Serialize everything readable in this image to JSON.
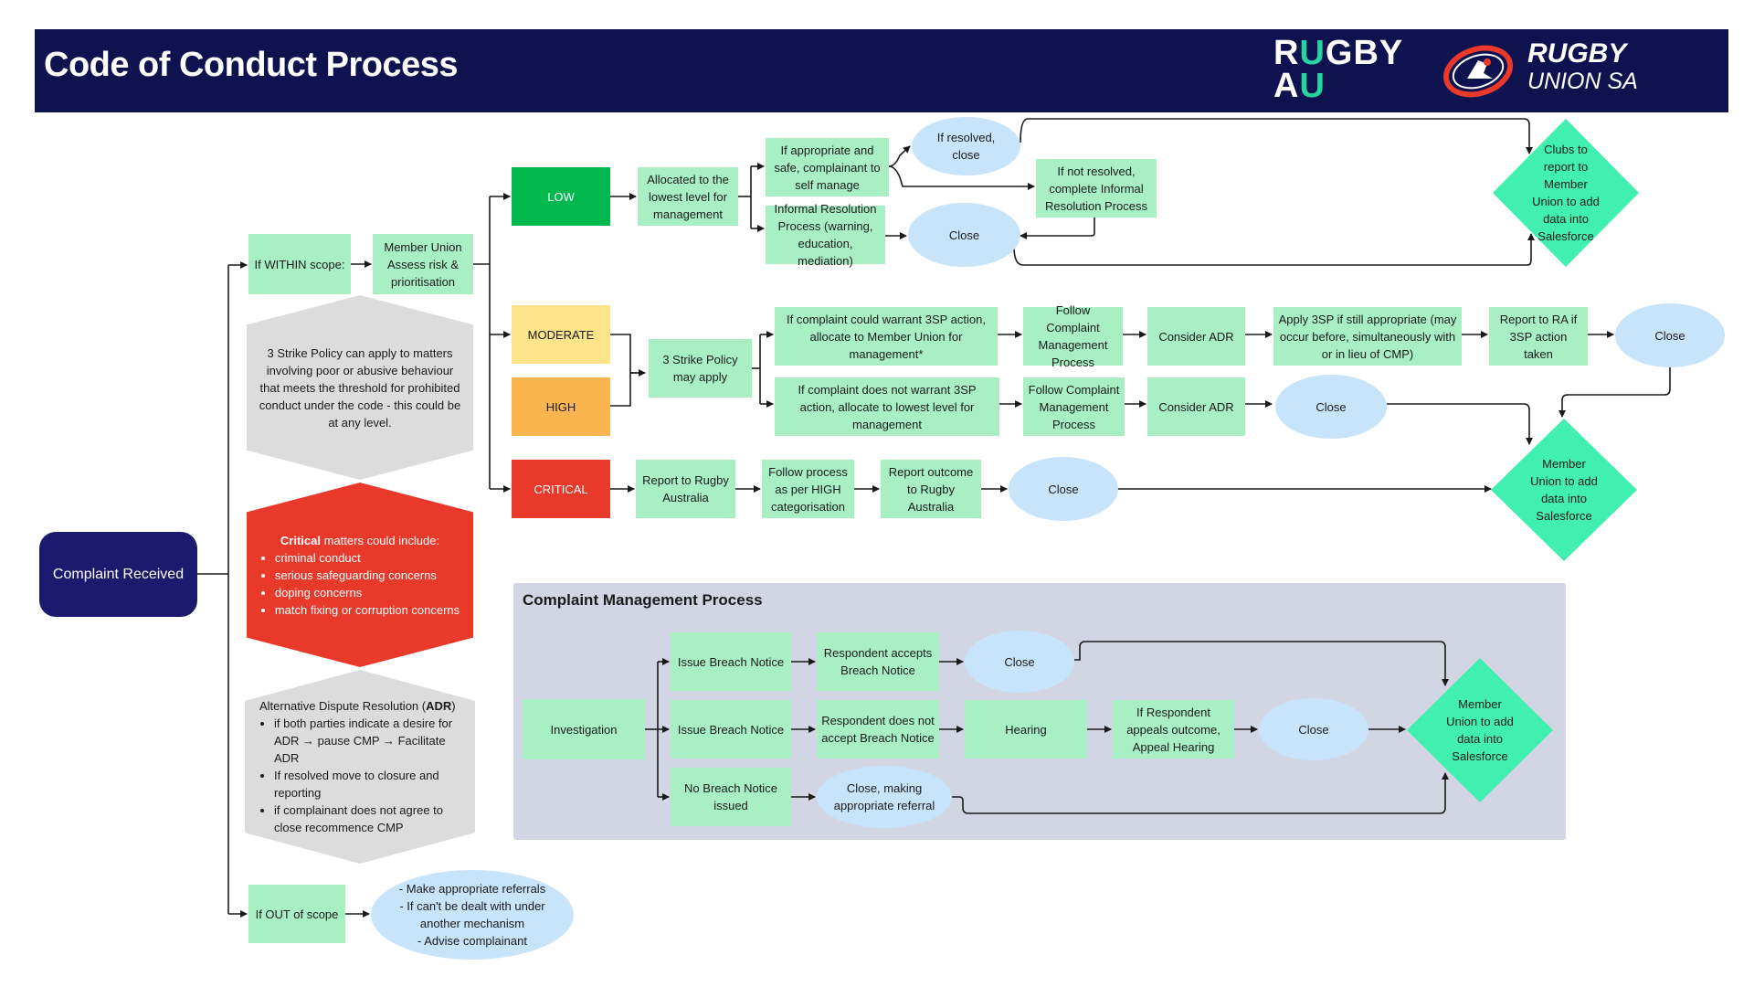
{
  "header": {
    "title": "Code of Conduct Process",
    "logo_rugby_au_line1_pre": "R",
    "logo_rugby_au_line1_accent": "U",
    "logo_rugby_au_line1_post": "GBY",
    "logo_rugby_au_line2_pre": "A",
    "logo_rugby_au_line2_accent": "U",
    "logo_rugby_union_sa_line1": "RUGBY",
    "logo_rugby_union_sa_line2": "UNION SA"
  },
  "colors": {
    "header_bg": "#0e1350",
    "step_green": "#a8f0c4",
    "close_oval": "#c8e4fb",
    "salesforce_diamond": "#41f0b0",
    "low": "#00b84e",
    "moderate": "#fde38a",
    "high": "#fbb44e",
    "critical": "#e8392b",
    "complaint_received": "#1b1a6e"
  },
  "nodes": {
    "complaint_received": "Complaint Received",
    "within_scope": "If WITHIN scope:",
    "member_union_assess": "Member Union Assess risk & prioritisation",
    "low": "LOW",
    "moderate": "MODERATE",
    "high": "HIGH",
    "critical": "CRITICAL",
    "allocated_lowest": "Allocated to the lowest level for management",
    "if_appropriate": "If appropriate and safe, complainant to self manage",
    "informal_resolution": "Informal Resolution Process (warning, education, mediation)",
    "if_resolved_close": "If resolved, close",
    "if_not_resolved": "If not resolved, complete Informal Resolution Process",
    "close_low": "Close",
    "clubs_report": "Clubs to report to Member Union to add data into Salesforce",
    "three_strike_may_apply": "3 Strike Policy may apply",
    "warrant_3sp": "If complaint could warrant 3SP action, allocate to Member Union for management*",
    "not_warrant_3sp": "If complaint does not warrant 3SP action, allocate to lowest level for management",
    "follow_cmp_1": "Follow Complaint Management Process",
    "follow_cmp_2": "Follow Complaint Management Process",
    "consider_adr_1": "Consider ADR",
    "consider_adr_2": "Consider ADR",
    "apply_3sp": "Apply 3SP if still appropriate (may occur before, simultaneously with or in lieu of CMP)",
    "report_ra": "Report to RA if 3SP action taken",
    "close_mod": "Close",
    "close_high": "Close",
    "member_union_sf_1": "Member Union to add data into Salesforce",
    "report_rugby_australia": "Report to Rugby Australia",
    "follow_as_high": "Follow process as per HIGH categorisation",
    "report_outcome": "Report outcome to Rugby Australia",
    "close_critical": "Close",
    "out_of_scope": "If OUT of scope",
    "out_scope_actions": [
      "- Make appropriate referrals",
      "- If can't be dealt with under another mechanism",
      "- Advise complainant"
    ]
  },
  "info_hexagons": {
    "three_strike": "3 Strike Policy can apply to matters involving poor or abusive behaviour that meets the threshold for prohibited conduct under the code - this could be at any level.",
    "critical_intro_bold": "Critical",
    "critical_intro_rest": " matters could include:",
    "critical_items": [
      "criminal conduct",
      "serious safeguarding concerns",
      "doping concerns",
      "match fixing or corruption concerns"
    ],
    "adr_title_pre": "Alternative Dispute Resolution (",
    "adr_title_bold": "ADR",
    "adr_title_post": ")",
    "adr_items": [
      "if both parties indicate a desire for ADR → pause CMP → Facilitate ADR",
      "If resolved move to closure and reporting",
      "if complainant does not agree to close recommence CMP"
    ]
  },
  "cmp": {
    "title": "Complaint Management Process",
    "investigation": "Investigation",
    "issue_breach_1": "Issue Breach Notice",
    "issue_breach_2": "Issue Breach Notice",
    "no_breach": "No Breach Notice issued",
    "accepts": "Respondent accepts Breach Notice",
    "not_accept": "Respondent does not accept Breach Notice",
    "close_making_referral": "Close, making appropriate referral",
    "close_1": "Close",
    "hearing": "Hearing",
    "appeals": "If Respondent appeals outcome, Appeal Hearing",
    "close_2": "Close",
    "member_union_sf": "Member Union to add data into Salesforce"
  }
}
